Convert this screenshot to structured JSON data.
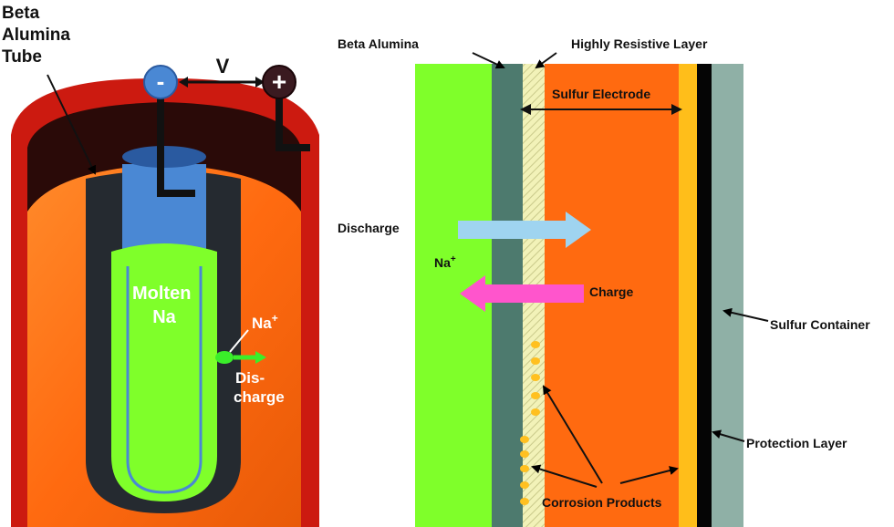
{
  "left_panel": {
    "title_lines": [
      "Beta",
      "Alumina",
      "Tube"
    ],
    "voltage_label": "V",
    "negative_sign": "-",
    "positive_sign": "+",
    "molten_lines": [
      "Molten",
      "Na"
    ],
    "ion_label": "Na",
    "ion_charge": "+",
    "discharge_lines": [
      "Dis-",
      "charge"
    ]
  },
  "right_panel": {
    "beta_alumina_label": "Beta Alumina",
    "resistive_layer_label": "Highly Resistive Layer",
    "sulfur_electrode_label": "Sulfur Electrode",
    "discharge_label": "Discharge",
    "ion_label": "Na",
    "ion_charge": "+",
    "charge_label": "Charge",
    "sulfur_container_label": "Sulfur Container",
    "protection_layer_label": "Protection Layer",
    "corrosion_label": "Corrosion Products"
  },
  "colors": {
    "molten_na": "#7fff2a",
    "beta_alumina": "#4d7a6e",
    "sulfur": "#ff6a10",
    "container_red": "#cc1a10",
    "protection_layer": "#ffbe1a",
    "container_wall": "#8fb0a6",
    "tube_blue": "#4a88d4",
    "negative_terminal": "#4a88d4",
    "positive_terminal": "#3a1a20"
  }
}
